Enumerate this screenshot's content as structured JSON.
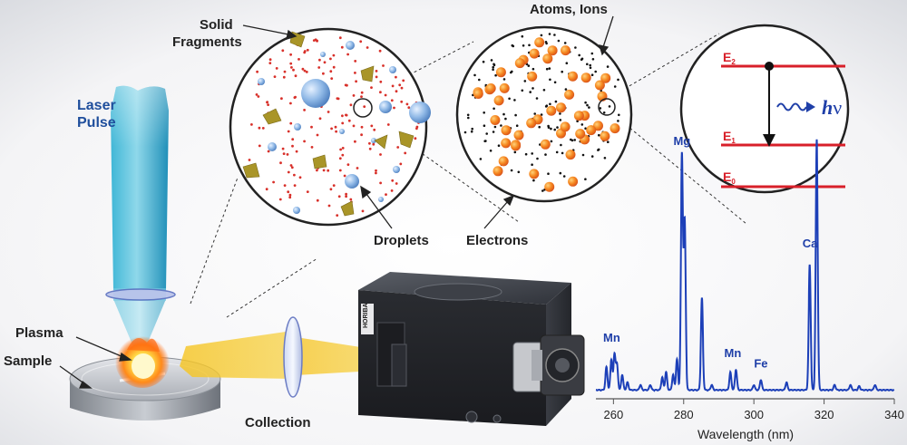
{
  "labels": {
    "laser_line1": "Laser",
    "laser_line2": "Pulse",
    "plasma": "Plasma",
    "sample": "Sample",
    "collection": "Collection",
    "solid_line1": "Solid",
    "solid_line2": "Fragments",
    "droplets": "Droplets",
    "electrons": "Electrons",
    "atoms_ions": "Atoms, Ions",
    "photon_h": "h",
    "photon_nu": "ν",
    "spectrometer_brand": "HORIBA"
  },
  "energy_levels": [
    {
      "name": "E",
      "sub": "2"
    },
    {
      "name": "E",
      "sub": "1"
    },
    {
      "name": "E",
      "sub": "0"
    }
  ],
  "colors": {
    "laser": "#2a9fc4",
    "label_blue": "#1f4e9c",
    "particle_red": "#d8302a",
    "energy_red": "#d8202a",
    "spectrum": "#1c3fb8",
    "orange_atom": "#f07a1a"
  },
  "chart_data": {
    "type": "line",
    "xlabel": "Wavelength (nm)",
    "ylabel": "",
    "xlim": [
      255,
      340
    ],
    "ylim": [
      0,
      1
    ],
    "xticks": [
      260,
      280,
      300,
      320,
      340
    ],
    "peaks": [
      {
        "x": 258.0,
        "y": 0.09
      },
      {
        "x": 259.4,
        "y": 0.12
      },
      {
        "x": 260.3,
        "y": 0.14
      },
      {
        "x": 261.0,
        "y": 0.1
      },
      {
        "x": 262.5,
        "y": 0.06
      },
      {
        "x": 264.0,
        "y": 0.03
      },
      {
        "x": 267.7,
        "y": 0.02
      },
      {
        "x": 270.5,
        "y": 0.02
      },
      {
        "x": 273.9,
        "y": 0.05
      },
      {
        "x": 275.0,
        "y": 0.07
      },
      {
        "x": 277.0,
        "y": 0.06
      },
      {
        "x": 278.1,
        "y": 0.12
      },
      {
        "x": 279.5,
        "y": 0.92
      },
      {
        "x": 280.3,
        "y": 0.66
      },
      {
        "x": 285.2,
        "y": 0.36
      },
      {
        "x": 288.0,
        "y": 0.02
      },
      {
        "x": 293.3,
        "y": 0.07
      },
      {
        "x": 294.9,
        "y": 0.08
      },
      {
        "x": 300.0,
        "y": 0.02
      },
      {
        "x": 302.0,
        "y": 0.04
      },
      {
        "x": 309.3,
        "y": 0.03
      },
      {
        "x": 315.9,
        "y": 0.49
      },
      {
        "x": 317.9,
        "y": 0.98
      },
      {
        "x": 323.0,
        "y": 0.02
      },
      {
        "x": 327.5,
        "y": 0.02
      },
      {
        "x": 330.0,
        "y": 0.015
      },
      {
        "x": 334.5,
        "y": 0.02
      }
    ],
    "annotations": [
      {
        "text": "Mn",
        "x": 259.5,
        "y": 0.18
      },
      {
        "text": "Mg",
        "x": 279.5,
        "y": 0.95
      },
      {
        "text": "Mn",
        "x": 294.0,
        "y": 0.12
      },
      {
        "text": "Fe",
        "x": 302.0,
        "y": 0.08
      },
      {
        "text": "Ca",
        "x": 316.0,
        "y": 0.55
      }
    ]
  }
}
